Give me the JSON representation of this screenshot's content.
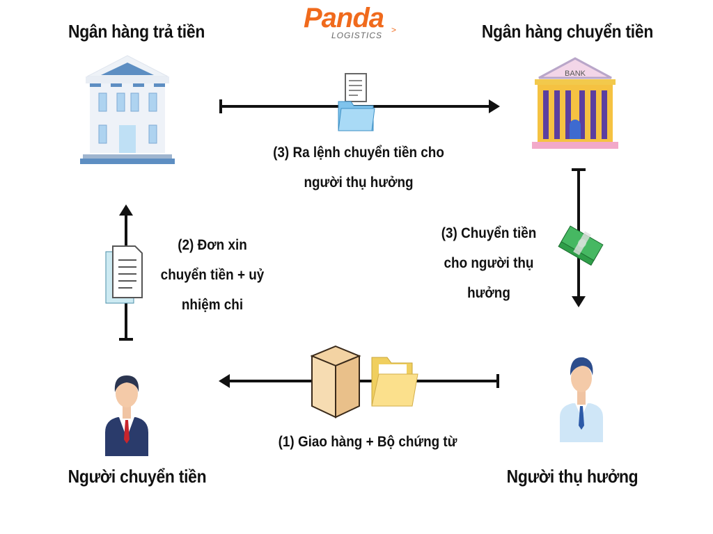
{
  "logo": {
    "brand": "Panda",
    "sub": "LOGISTICS",
    "accent": "#f06a1c"
  },
  "nodes": {
    "paying_bank": "Ngân hàng trả tiền",
    "remitting_bank": "Ngân hàng chuyển tiền",
    "remitter": "Người chuyển tiền",
    "beneficiary": "Người thụ hưởng"
  },
  "bank_sign": "BANK",
  "flows": {
    "step1": "(1) Giao hàng + Bộ chứng từ",
    "step2": [
      "(2) Đơn xin",
      "chuyển tiền + uỷ",
      "nhiệm chi"
    ],
    "step3_order": [
      "(3) Ra lệnh chuyển tiền cho",
      "người thụ hưởng"
    ],
    "step3_transfer": [
      "(3) Chuyển tiền",
      "cho người thụ",
      "hưởng"
    ]
  }
}
